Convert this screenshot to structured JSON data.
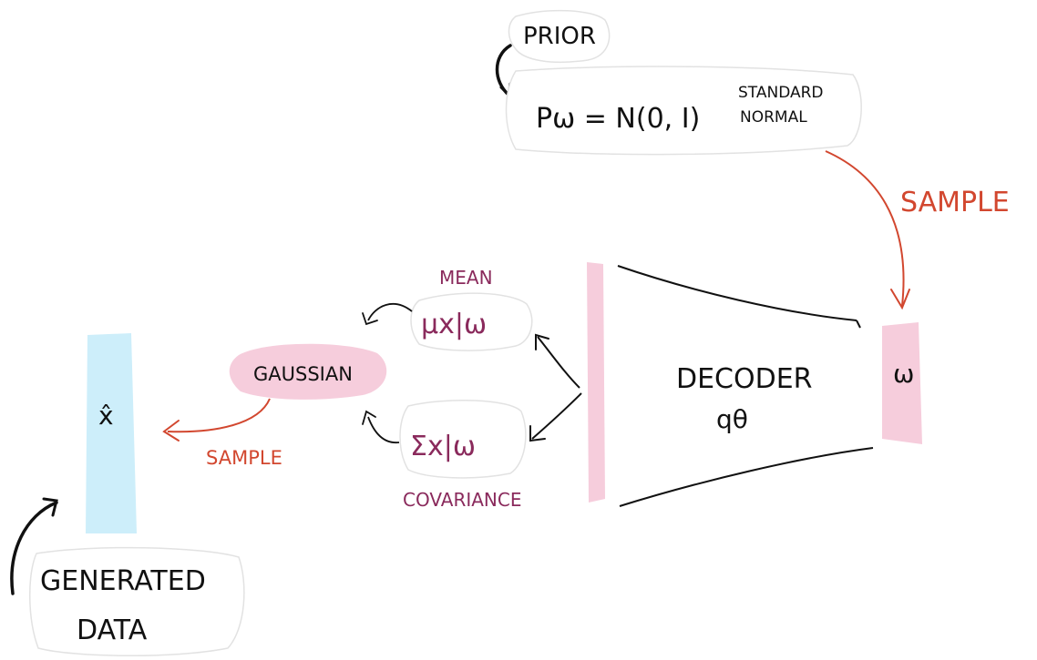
{
  "prior": {
    "title": "PRIOR",
    "formula": "Pω = N(0, I)",
    "note_line1": "STANDARD",
    "note_line2": "NORMAL"
  },
  "arrows": {
    "sample_top": "SAMPLE",
    "sample_bottom": "SAMPLE"
  },
  "latent": {
    "symbol": "ω"
  },
  "decoder": {
    "label": "DECODER",
    "param": "qθ"
  },
  "mean": {
    "label": "MEAN",
    "symbol": "μx|ω"
  },
  "covariance": {
    "label": "COVARIANCE",
    "symbol": "Σx|ω"
  },
  "gaussian": {
    "label": "GAUSSIAN"
  },
  "output": {
    "symbol": "x̂",
    "caption_line1": "GENERATED",
    "caption_line2": "DATA"
  },
  "colors": {
    "pink": "#f6cddc",
    "blue": "#cdeefa",
    "red_arrow": "#d2472f",
    "purple_text": "#8a2a5c",
    "ink": "#111111",
    "bubble_stroke": "#e2e2e2"
  }
}
